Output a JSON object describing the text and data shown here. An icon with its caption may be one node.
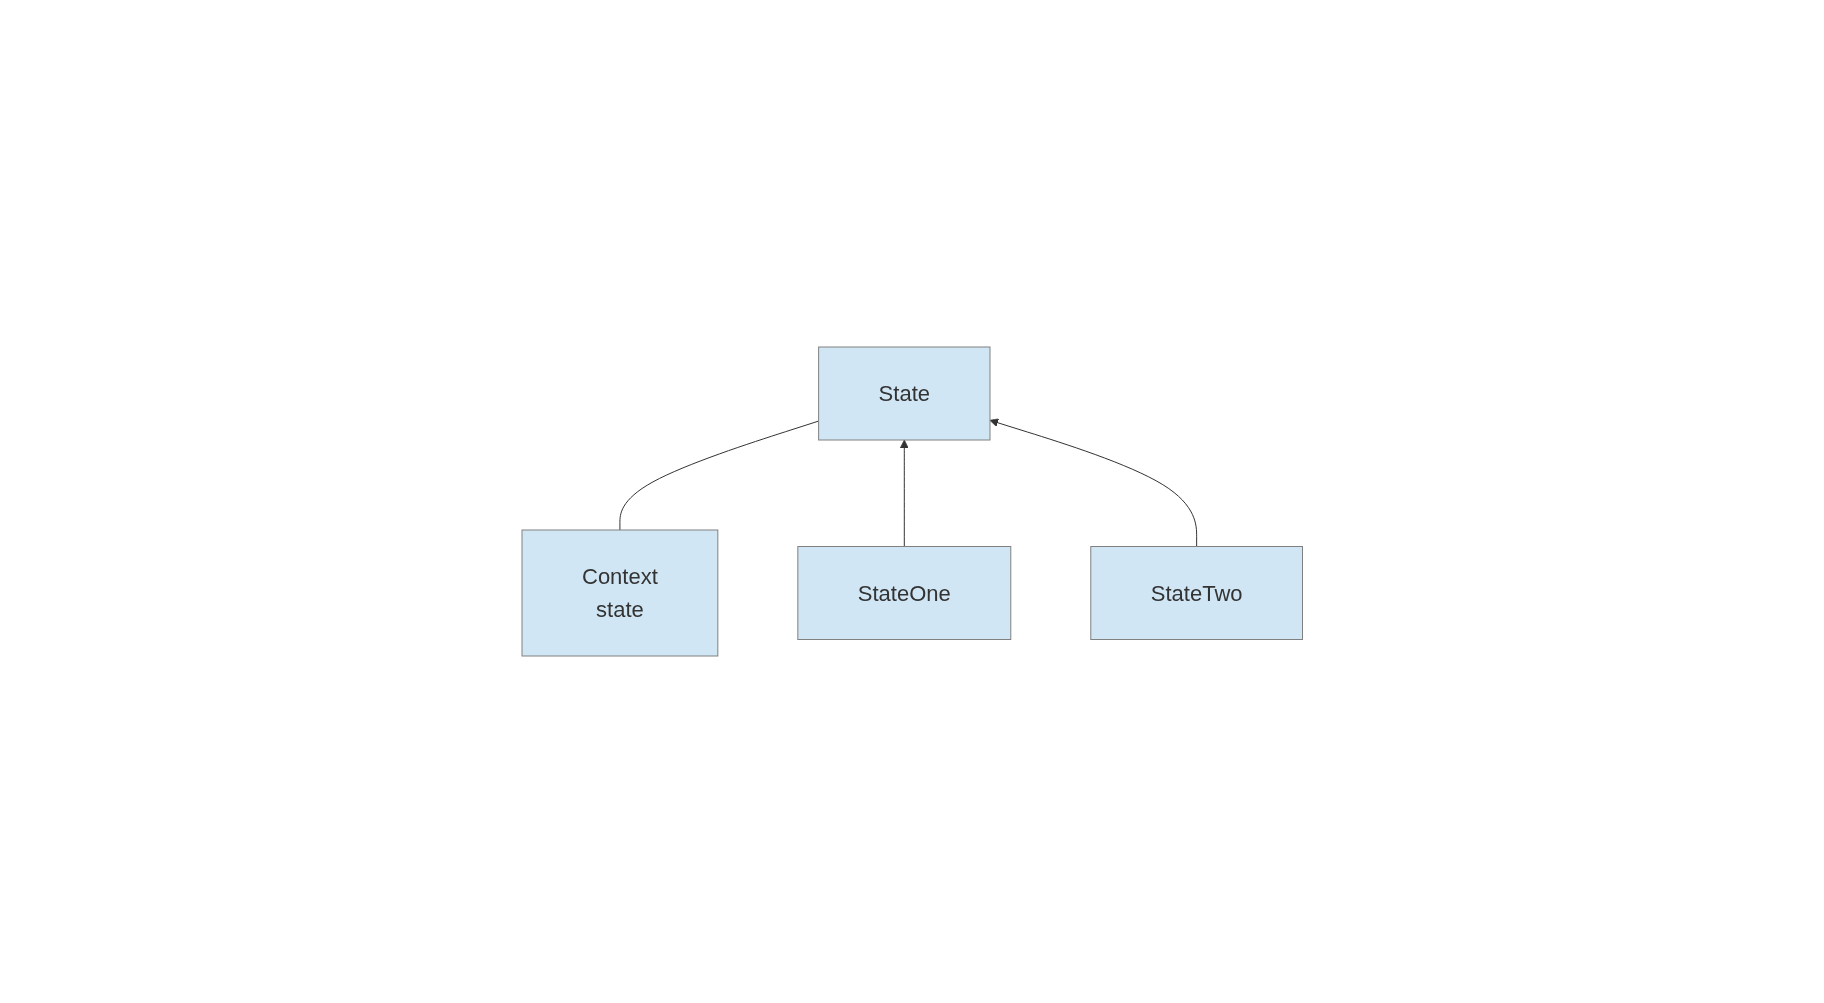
{
  "diagram": {
    "nodes": [
      {
        "text": [
          "Context",
          "state"
        ]
      },
      {
        "text": [
          "State"
        ]
      },
      {
        "text": [
          "StateOne"
        ]
      },
      {
        "text": [
          "StateTwo"
        ]
      }
    ],
    "edges": [
      {
        "from": 0,
        "to": 1,
        "arrow": "none"
      },
      {
        "from": 2,
        "to": 1,
        "arrow": "to"
      },
      {
        "from": 3,
        "to": 1,
        "arrow": "to"
      }
    ]
  }
}
